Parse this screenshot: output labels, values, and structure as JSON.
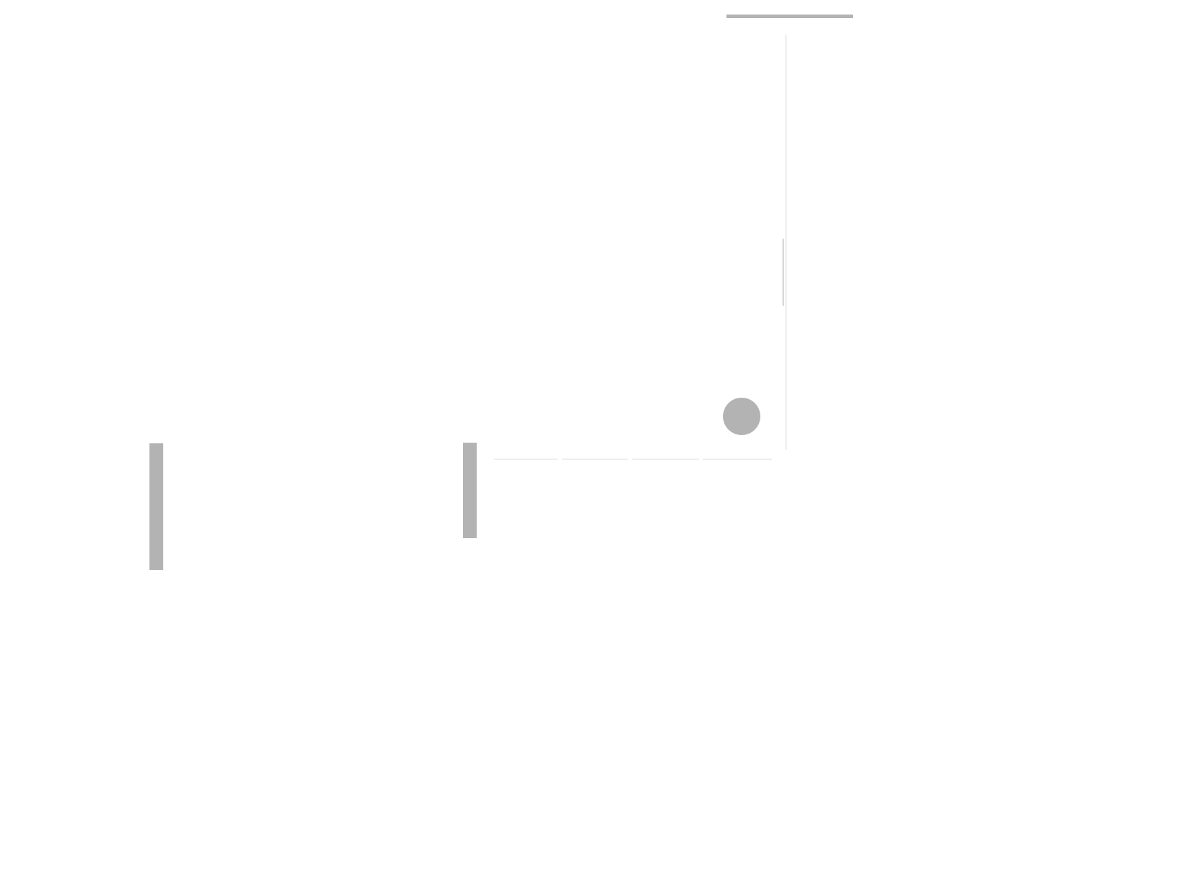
{
  "colors": {
    "background": "#ffffff",
    "piece": "#b3b3b3",
    "faint_line": "#eeeeee"
  },
  "scene": {
    "pieces": [
      "left-paddle",
      "center-paddle",
      "top-paddle",
      "ball"
    ]
  }
}
